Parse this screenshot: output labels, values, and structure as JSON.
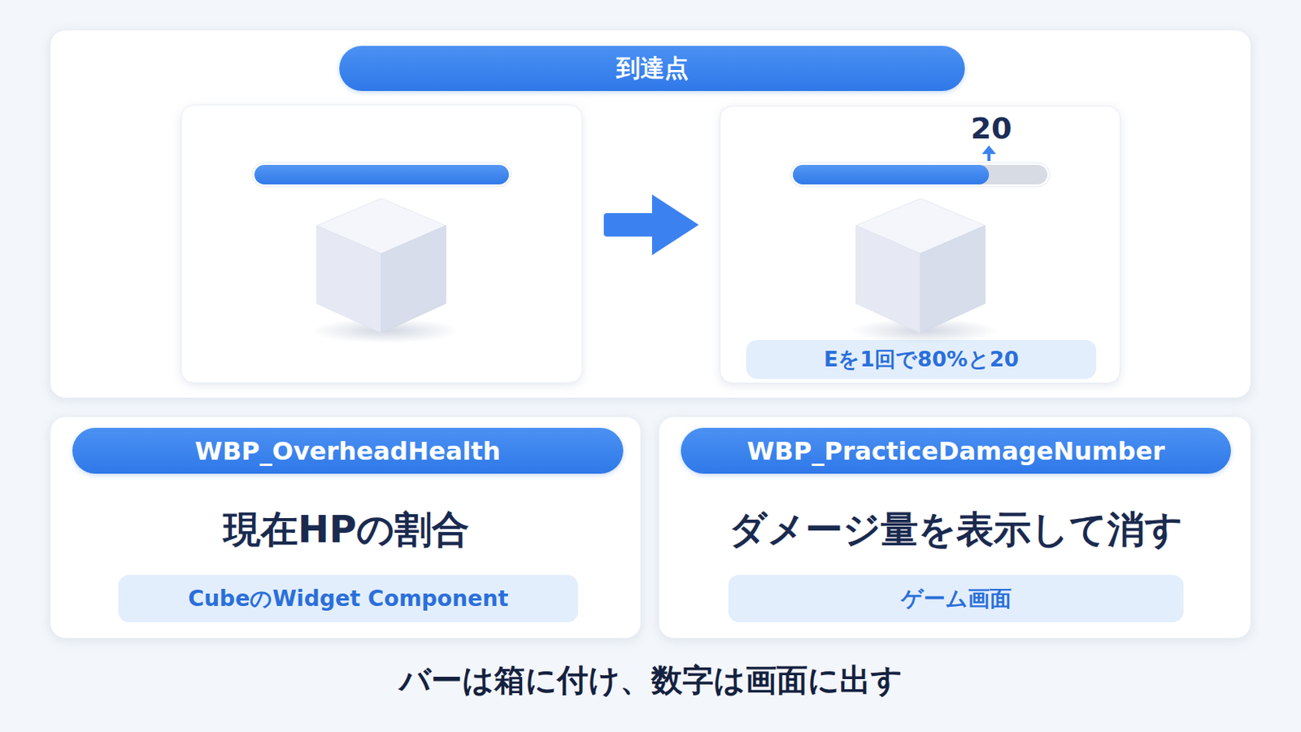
{
  "diagram": {
    "caption": "バーは箱に付け、数字は画面に出す",
    "nodes": [
      {
        "text": [
          "到達点"
        ]
      },
      {
        "text": [
          "20"
        ],
        "in": 0
      },
      {
        "text": [
          "Eを1回で80%と20"
        ],
        "in": 1
      },
      {
        "text": [
          "WBP_OverheadHealth",
          "現在HPの割合"
        ]
      },
      {
        "text": [
          "CubeのWidget Component"
        ],
        "in": 3
      },
      {
        "text": [
          "WBP_PracticeDamageNumber",
          "ダメージ量を表示して消す"
        ]
      },
      {
        "text": [
          "ゲーム画面"
        ],
        "in": 5
      }
    ]
  }
}
